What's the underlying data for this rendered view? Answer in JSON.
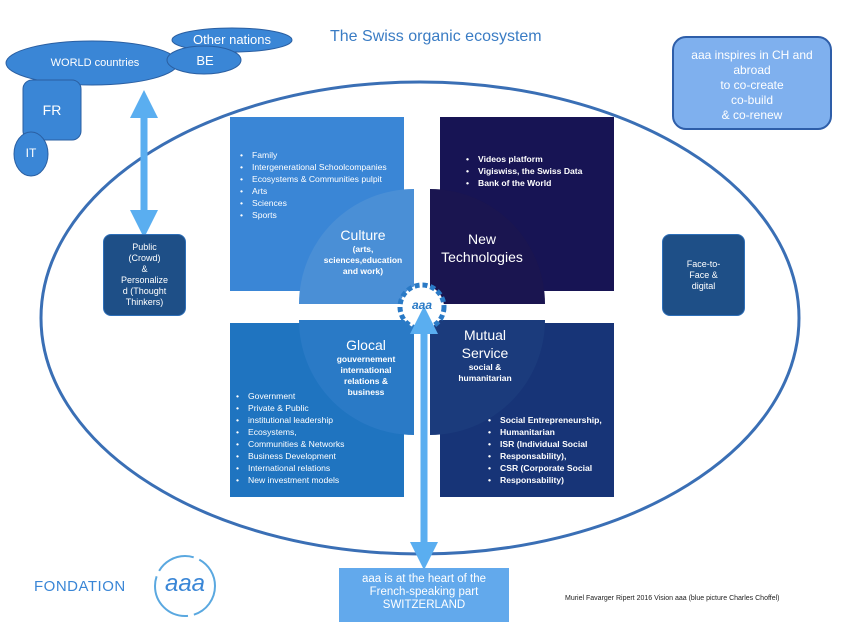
{
  "title": "The Swiss organic ecosystem",
  "colors": {
    "culture": "#3a86d6",
    "tech": "#171454",
    "glocal": "#1f74c0",
    "mutual": "#173477",
    "ring": "#3a6fb5",
    "arrow": "#5aaef0"
  },
  "world": {
    "world": "WORLD countries",
    "other": "Other nations",
    "be": "BE",
    "fr": "FR",
    "it": "IT"
  },
  "inspire": {
    "line1": "aaa inspires in CH and",
    "line2": "abroad",
    "line3": "to co-create",
    "line4": "co-build",
    "line5": "& co-renew"
  },
  "side_left": {
    "l1": "Public",
    "l2": "(Crowd)",
    "l3": "&",
    "l4": "Personalize",
    "l5": "d (Thought",
    "l6": "Thinkers)"
  },
  "side_right": {
    "l1": "Face-to-",
    "l2": "Face &",
    "l3": "digital"
  },
  "culture": {
    "items": [
      "Family",
      "Intergenerational Schoolcompanies",
      "Ecosystems & Communities pulpit",
      "Arts",
      "Sciences",
      "Sports"
    ],
    "title": "Culture",
    "sub1": "(arts,",
    "sub2": "sciences,education",
    "sub3": "and work)"
  },
  "tech": {
    "items": [
      "Videos platform",
      "Vigiswiss, the Swiss Data",
      "Bank of the World"
    ],
    "title1": "New",
    "title2": "Technologies"
  },
  "glocal": {
    "title": "Glocal",
    "sub1": "gouvernement",
    "sub2": "international",
    "sub3": "relations &",
    "sub4": "business",
    "items": [
      "Government",
      "Private & Public",
      "institutional leadership",
      "Ecosystems,",
      "Communities & Networks",
      "Business Development",
      "International relations",
      "New investment models"
    ]
  },
  "mutual": {
    "title1": "Mutual",
    "title2": "Service",
    "sub1": "social &",
    "sub2": "humanitarian",
    "items": [
      "Social Entrepreneurship,",
      "Humanitarian",
      "ISR (Individual Social",
      "Responsability),",
      "CSR (Corporate Social",
      "Responsability)"
    ]
  },
  "center_logo": "aaa",
  "heart": {
    "line1": "aaa is at the heart of the",
    "line2": "French-speaking part",
    "line3": "SWITZERLAND"
  },
  "fondation": {
    "label": "FONDATION",
    "logo": "aaa"
  },
  "credit": "Muriel Favarger Ripert 2016 Vision aaa  (blue picture Charles Choffel)"
}
